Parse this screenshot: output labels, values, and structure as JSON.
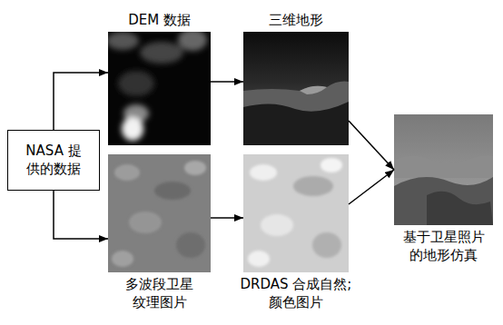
{
  "diagram": {
    "nodes": [
      {
        "text": [
          "NASA 提 供的数据"
        ]
      },
      {
        "text": [
          "DEM 数据"
        ]
      },
      {
        "text": [
          "三维地形"
        ]
      },
      {
        "text": [
          "多波段卫星 纹理图片"
        ]
      },
      {
        "text": [
          "DRDAS 合成自然; 颜色图片"
        ]
      },
      {
        "text": [
          "基于卫星照片 的地形仿真"
        ]
      }
    ],
    "edges": [
      {
        "from": 0,
        "to": 1,
        "arrow": "to"
      },
      {
        "from": 0,
        "to": 3,
        "arrow": "to"
      },
      {
        "from": 1,
        "to": 2,
        "arrow": "to"
      },
      {
        "from": 3,
        "to": 4,
        "arrow": "to"
      },
      {
        "from": 2,
        "to": 5,
        "arrow": "to"
      },
      {
        "from": 4,
        "to": 5,
        "arrow": "to"
      }
    ]
  }
}
